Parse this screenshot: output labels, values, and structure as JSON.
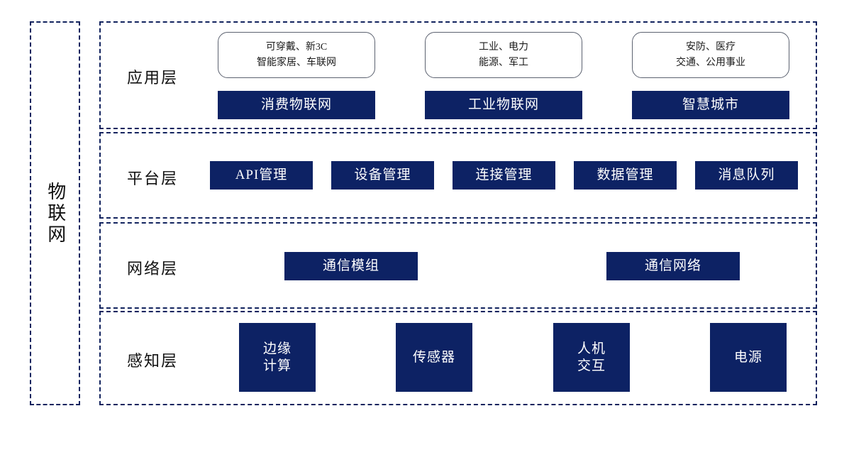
{
  "diagram": {
    "title": "物联网",
    "side_band": {
      "label": "物联网"
    },
    "accent_color": "#0d2264",
    "dashed_border_color": "#12235e",
    "layers": [
      {
        "id": "application",
        "label": "应用层",
        "domain_boxes": [
          {
            "line1": "可穿戴、新3C",
            "line2": "智能家居、车联网"
          },
          {
            "line1": "工业、电力",
            "line2": "能源、军工"
          },
          {
            "line1": "安防、医疗",
            "line2": "交通、公用事业"
          }
        ],
        "items": [
          {
            "line1": "消费物联网",
            "line2": ""
          },
          {
            "line1": "工业物联网",
            "line2": ""
          },
          {
            "line1": "智慧城市",
            "line2": ""
          }
        ]
      },
      {
        "id": "platform",
        "label": "平台层",
        "items": [
          {
            "line1": "API管理",
            "line2": ""
          },
          {
            "line1": "设备管理",
            "line2": ""
          },
          {
            "line1": "连接管理",
            "line2": ""
          },
          {
            "line1": "数据管理",
            "line2": ""
          },
          {
            "line1": "消息队列",
            "line2": ""
          }
        ]
      },
      {
        "id": "network",
        "label": "网络层",
        "items": [
          {
            "line1": "通信模组",
            "line2": ""
          },
          {
            "line1": "通信网络",
            "line2": ""
          }
        ]
      },
      {
        "id": "sensing",
        "label": "感知层",
        "items": [
          {
            "line1": "边缘",
            "line2": "计算"
          },
          {
            "line1": "传感器",
            "line2": ""
          },
          {
            "line1": "人机",
            "line2": "交互"
          },
          {
            "line1": "电源",
            "line2": ""
          }
        ]
      }
    ]
  }
}
